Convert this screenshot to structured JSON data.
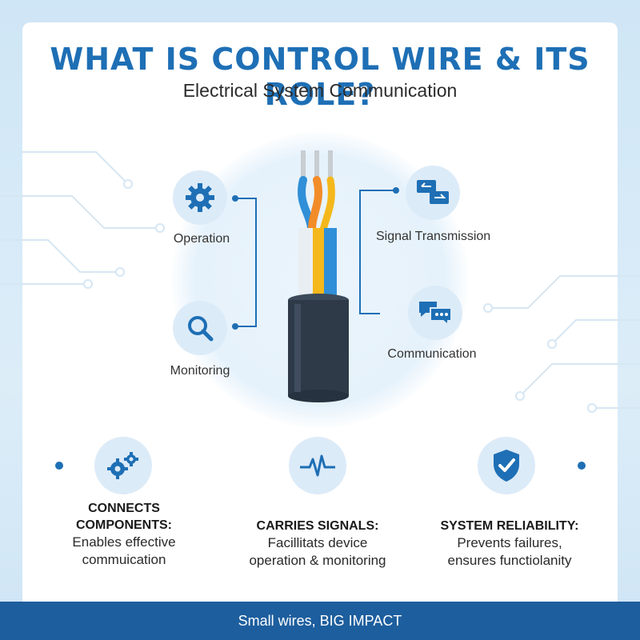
{
  "title": "WHAT IS CONTROL WIRE & ITS ROLE?",
  "subtitle": "Electrical System Communication",
  "diagram": {
    "left": [
      {
        "label": "Operation",
        "icon": "gear-icon"
      },
      {
        "label": "Monitoring",
        "icon": "magnifier-icon"
      }
    ],
    "right": [
      {
        "label": "Signal Transmission",
        "icon": "transfer-arrows-icon"
      },
      {
        "label": "Communication",
        "icon": "chat-bubbles-icon"
      }
    ]
  },
  "features": [
    {
      "title_line1": "CONNECTS",
      "title_line2": "COMPONENTS:",
      "desc_line1": "Enables effective",
      "desc_line2": "commuication",
      "icon": "gears-icon"
    },
    {
      "title_line1": "CARRIES SIGNALS:",
      "desc_line1": "Facillitats device",
      "desc_line2": "operation & monitoring",
      "icon": "pulse-icon"
    },
    {
      "title_line1": "SYSTEM RELIABILITY:",
      "desc_line1": "Prevents failures,",
      "desc_line2": "ensures functiolanity",
      "icon": "shield-check-icon"
    }
  ],
  "footer": "Small wires, BIG IMPACT",
  "colors": {
    "accent": "#1e6fb5",
    "footer": "#1d5e9e",
    "icon_bg": "#dcebf8",
    "wire_orange": "#f28c28",
    "wire_blue": "#2f8fd8",
    "wire_yellow": "#f5b81c",
    "wire_white": "#e9eef2",
    "cable": "#2e3a48"
  }
}
